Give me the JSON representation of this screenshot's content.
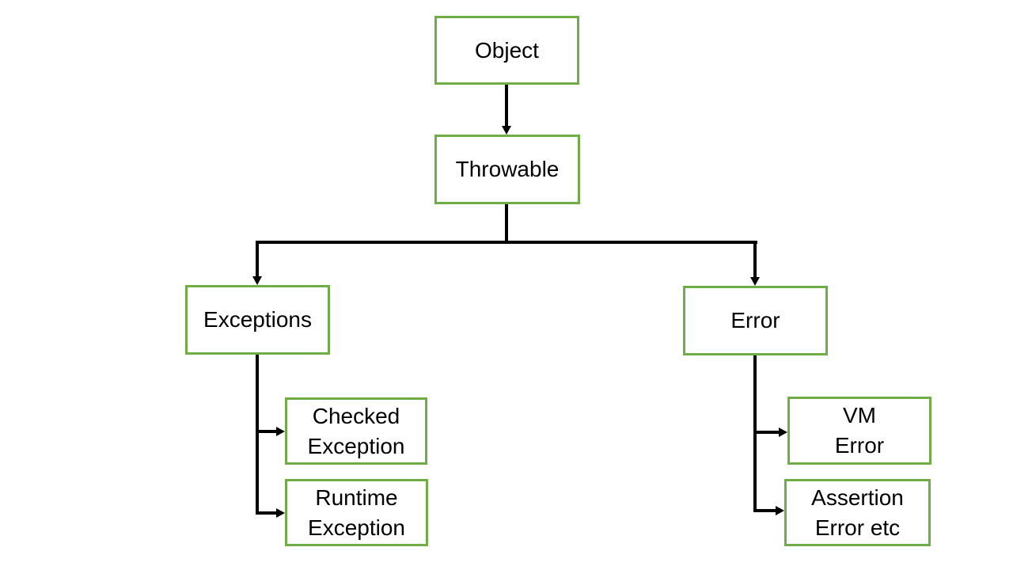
{
  "diagram": {
    "nodes": {
      "object": {
        "label": "Object"
      },
      "throwable": {
        "label": "Throwable"
      },
      "exceptions": {
        "label": "Exceptions"
      },
      "error": {
        "label": "Error"
      },
      "checked_exception": {
        "label": "Checked\nException"
      },
      "runtime_exception": {
        "label": "Runtime\nException"
      },
      "vm_error": {
        "label": "VM\nError"
      },
      "assertion_error": {
        "label": "Assertion\nError etc"
      }
    },
    "edges": [
      {
        "from": "Object",
        "to": "Throwable"
      },
      {
        "from": "Throwable",
        "to": "Exceptions"
      },
      {
        "from": "Throwable",
        "to": "Error"
      },
      {
        "from": "Exceptions",
        "to": "Checked Exception"
      },
      {
        "from": "Exceptions",
        "to": "Runtime Exception"
      },
      {
        "from": "Error",
        "to": "VM Error"
      },
      {
        "from": "Error",
        "to": "Assertion Error etc"
      }
    ],
    "colors": {
      "box_border": "#70AD47",
      "box_fill": "#FFFFFF",
      "connector": "#000000",
      "text": "#000000",
      "background": "#FFFFFF"
    }
  }
}
